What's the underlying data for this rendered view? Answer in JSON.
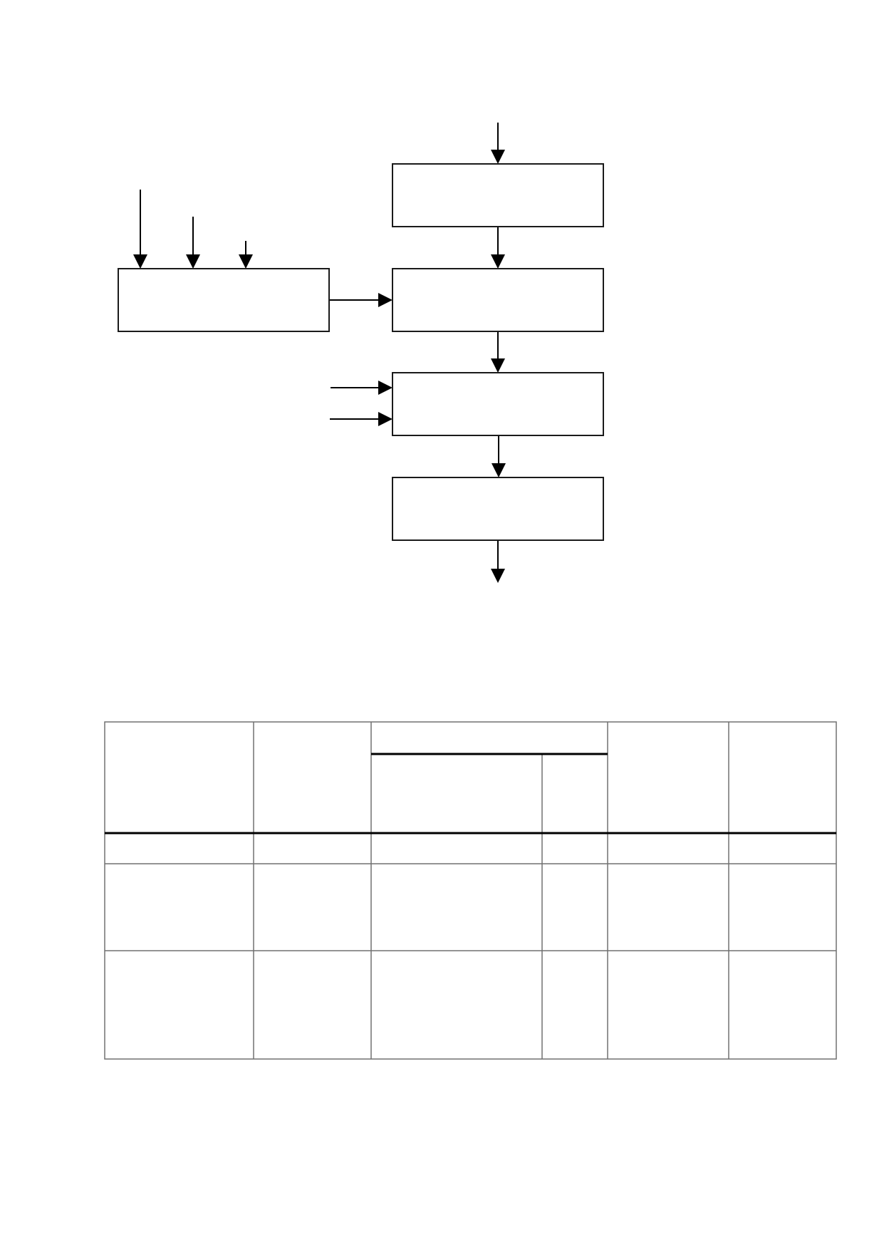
{
  "diagram": {
    "nodes": [
      {
        "id": "box-1",
        "label": ""
      },
      {
        "id": "box-2",
        "label": ""
      },
      {
        "id": "box-3",
        "label": ""
      },
      {
        "id": "box-4",
        "label": ""
      },
      {
        "id": "box-side",
        "label": ""
      }
    ],
    "edges": [
      {
        "from": "",
        "to": "box-1"
      },
      {
        "from": "box-1",
        "to": "box-2"
      },
      {
        "from": "box-side",
        "to": "box-2"
      },
      {
        "from": "box-2",
        "to": "box-3"
      },
      {
        "from": "",
        "to": "box-3"
      },
      {
        "from": "",
        "to": "box-3"
      },
      {
        "from": "box-3",
        "to": "box-4"
      },
      {
        "from": "box-4",
        "to": ""
      },
      {
        "from": "",
        "to": "box-side"
      },
      {
        "from": "",
        "to": "box-side"
      },
      {
        "from": "",
        "to": "box-side"
      }
    ]
  },
  "table": {
    "header_row_1": [
      "",
      "",
      "",
      "",
      ""
    ],
    "header_row_2": [
      "",
      ""
    ],
    "rows": [
      [
        "",
        "",
        "",
        "",
        "",
        ""
      ],
      [
        "",
        "",
        "",
        "",
        "",
        ""
      ],
      [
        "",
        "",
        "",
        "",
        "",
        ""
      ]
    ]
  }
}
